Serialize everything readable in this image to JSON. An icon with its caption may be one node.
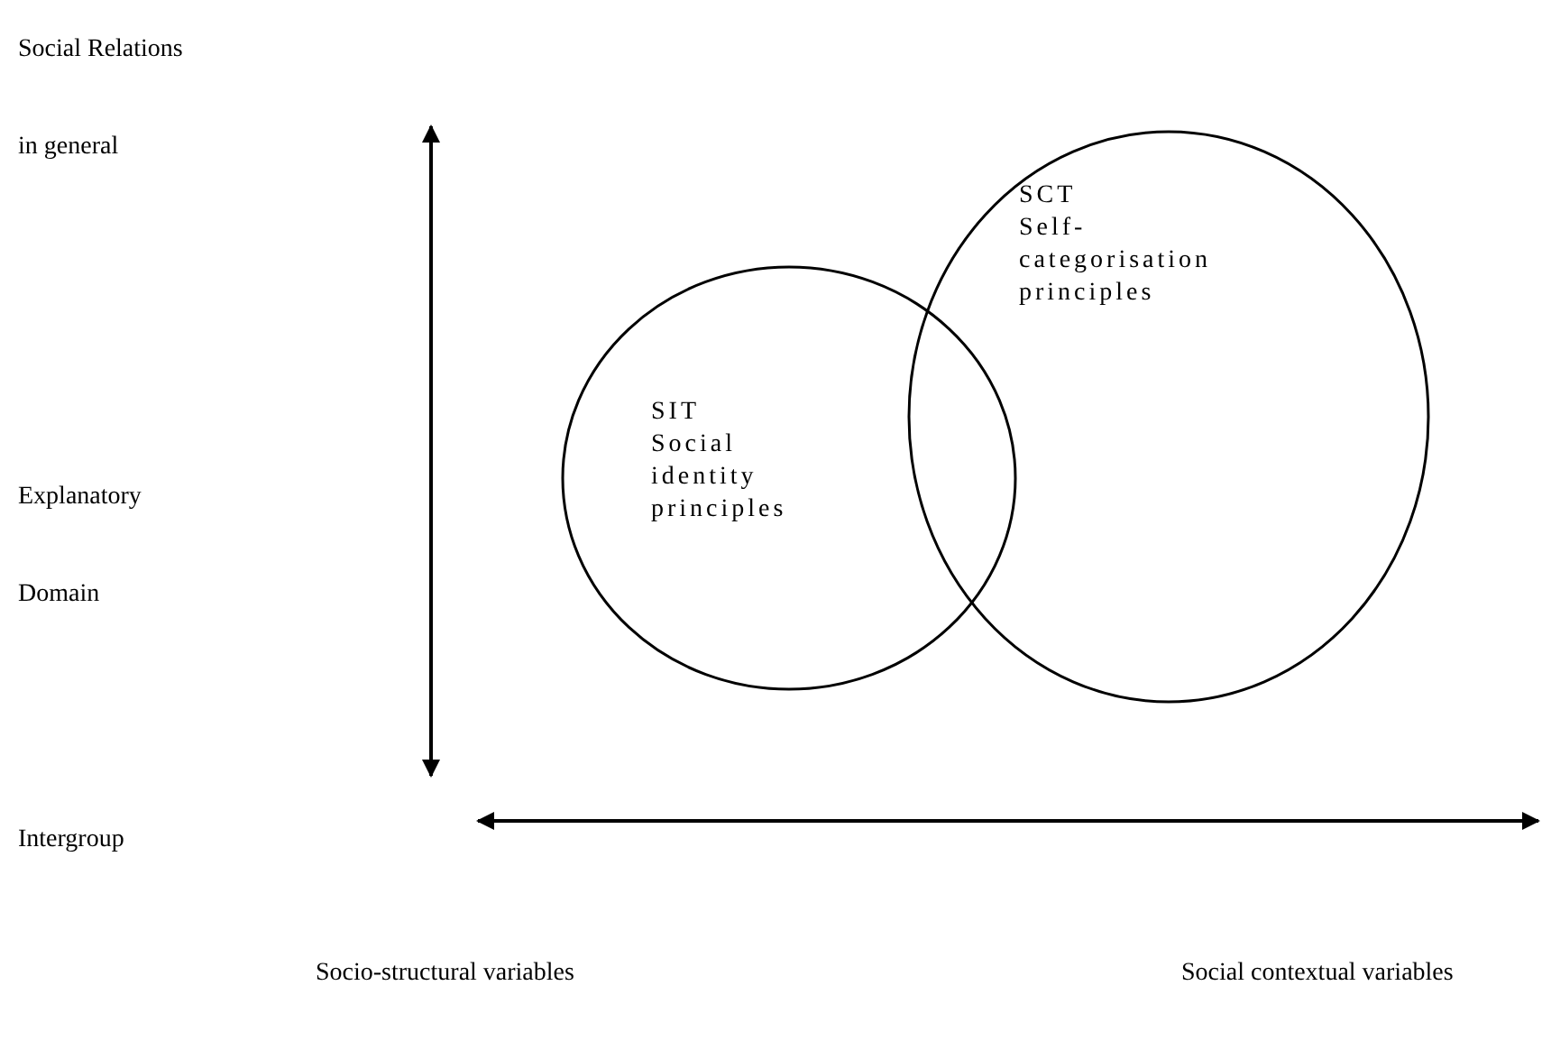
{
  "diagram": {
    "nodes": [
      {
        "text": [
          "SIT",
          "Social identity principles"
        ]
      },
      {
        "text": [
          "SCT",
          "Self-categorisation principles"
        ]
      }
    ],
    "edges": [],
    "labels": [
      "Social Relations",
      "in general",
      "Explanatory",
      "Domain",
      "Intergroup",
      "Socio-structural variables",
      "Social contextual variables"
    ]
  }
}
